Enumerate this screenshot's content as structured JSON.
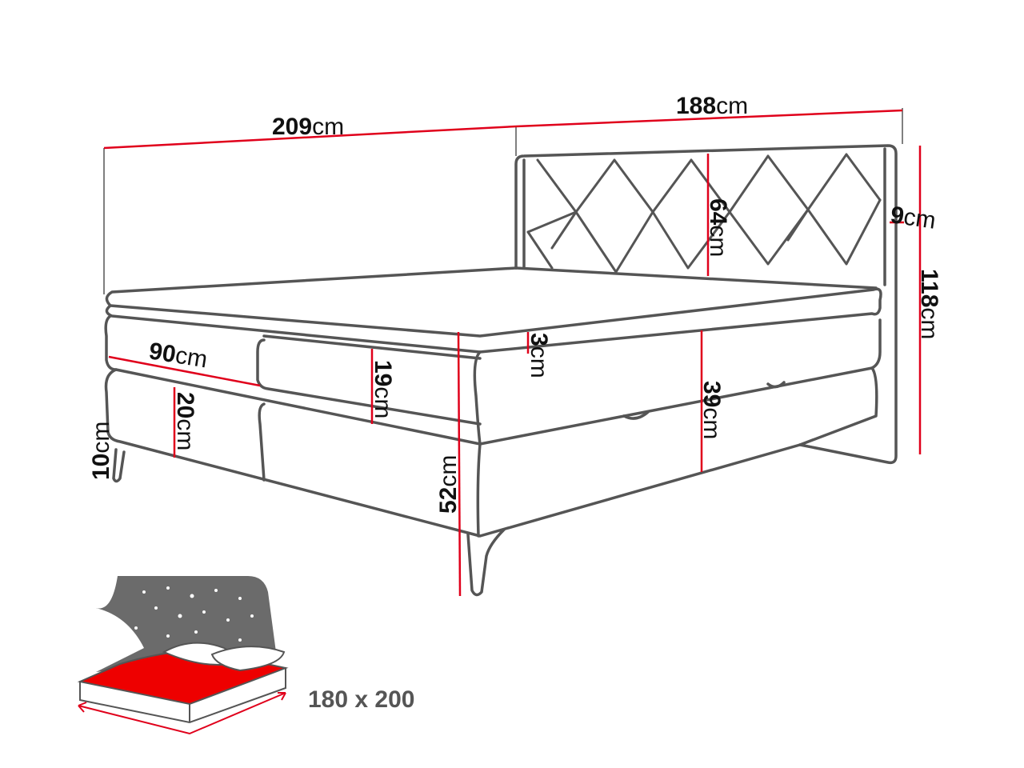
{
  "dimensions": {
    "total_length": {
      "value": "209",
      "unit": "cm"
    },
    "width": {
      "value": "188",
      "unit": "cm"
    },
    "headboard_panel_height": {
      "value": "64",
      "unit": "cm"
    },
    "headboard_thickness": {
      "value": "9",
      "unit": "cm"
    },
    "total_height": {
      "value": "118",
      "unit": "cm"
    },
    "topper_height": {
      "value": "3",
      "unit": "cm"
    },
    "half_width": {
      "value": "90",
      "unit": "cm"
    },
    "mattress_height": {
      "value": "19",
      "unit": "cm"
    },
    "box_height": {
      "value": "39",
      "unit": "cm"
    },
    "base_height": {
      "value": "20",
      "unit": "cm"
    },
    "leg_height": {
      "value": "10",
      "unit": "cm"
    },
    "sleeping_height": {
      "value": "52",
      "unit": "cm"
    }
  },
  "sleeping_area": "180 x 200",
  "colors": {
    "dimension_line": "#e0001b",
    "outline": "#555555",
    "icon_gray": "#6b6b6b"
  }
}
